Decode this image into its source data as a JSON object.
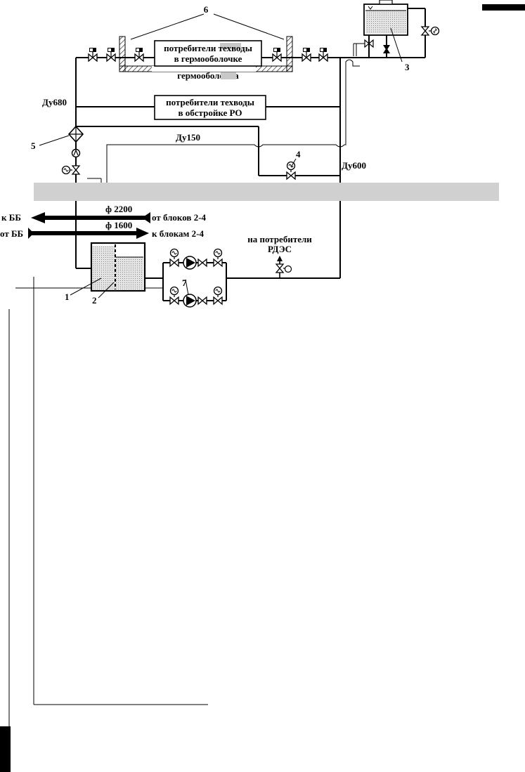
{
  "labels": {
    "consumers_containment": [
      "потребители техводы",
      "в гермооболочке"
    ],
    "containment": "гермооболочка",
    "consumers_ro": [
      "потребители техводы",
      "в обстройке РО"
    ],
    "du680": "Ду680",
    "du150": "Ду150",
    "du600": "Ду600",
    "d2200": "ф 2200",
    "d1600": "ф 1600",
    "to_bb": "к ББ",
    "from_blocks": "от блоков 2-4",
    "from_bb": "от ББ",
    "to_blocks": "к блокам 2-4",
    "rdes_consumers": [
      "на потребители",
      "РДЭС"
    ]
  },
  "callouts": {
    "n1": "1",
    "n2": "2",
    "n3": "3",
    "n4": "4",
    "n5": "5",
    "n6": "6",
    "n7": "7"
  },
  "colors": {
    "line": "#000000",
    "water_fill": "#cccccc",
    "band": "#d0d0d0"
  }
}
